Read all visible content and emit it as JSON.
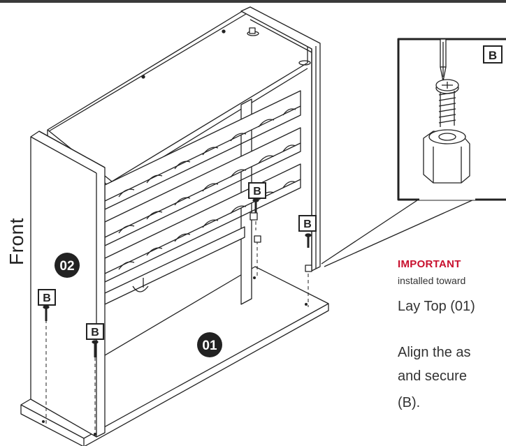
{
  "labels": {
    "front": "Front",
    "panel_side": "02",
    "panel_top": "01",
    "part_letter": "B"
  },
  "text": {
    "important": "IMPORTANT",
    "installed_toward": "installed toward",
    "lay_top": "Lay Top (01)",
    "align_line": "Align the as",
    "secure_line": "and secure",
    "part_ref": "(B)."
  },
  "colors": {
    "line": "#222222",
    "accent_red": "#c8102e",
    "badge": "#222222"
  }
}
